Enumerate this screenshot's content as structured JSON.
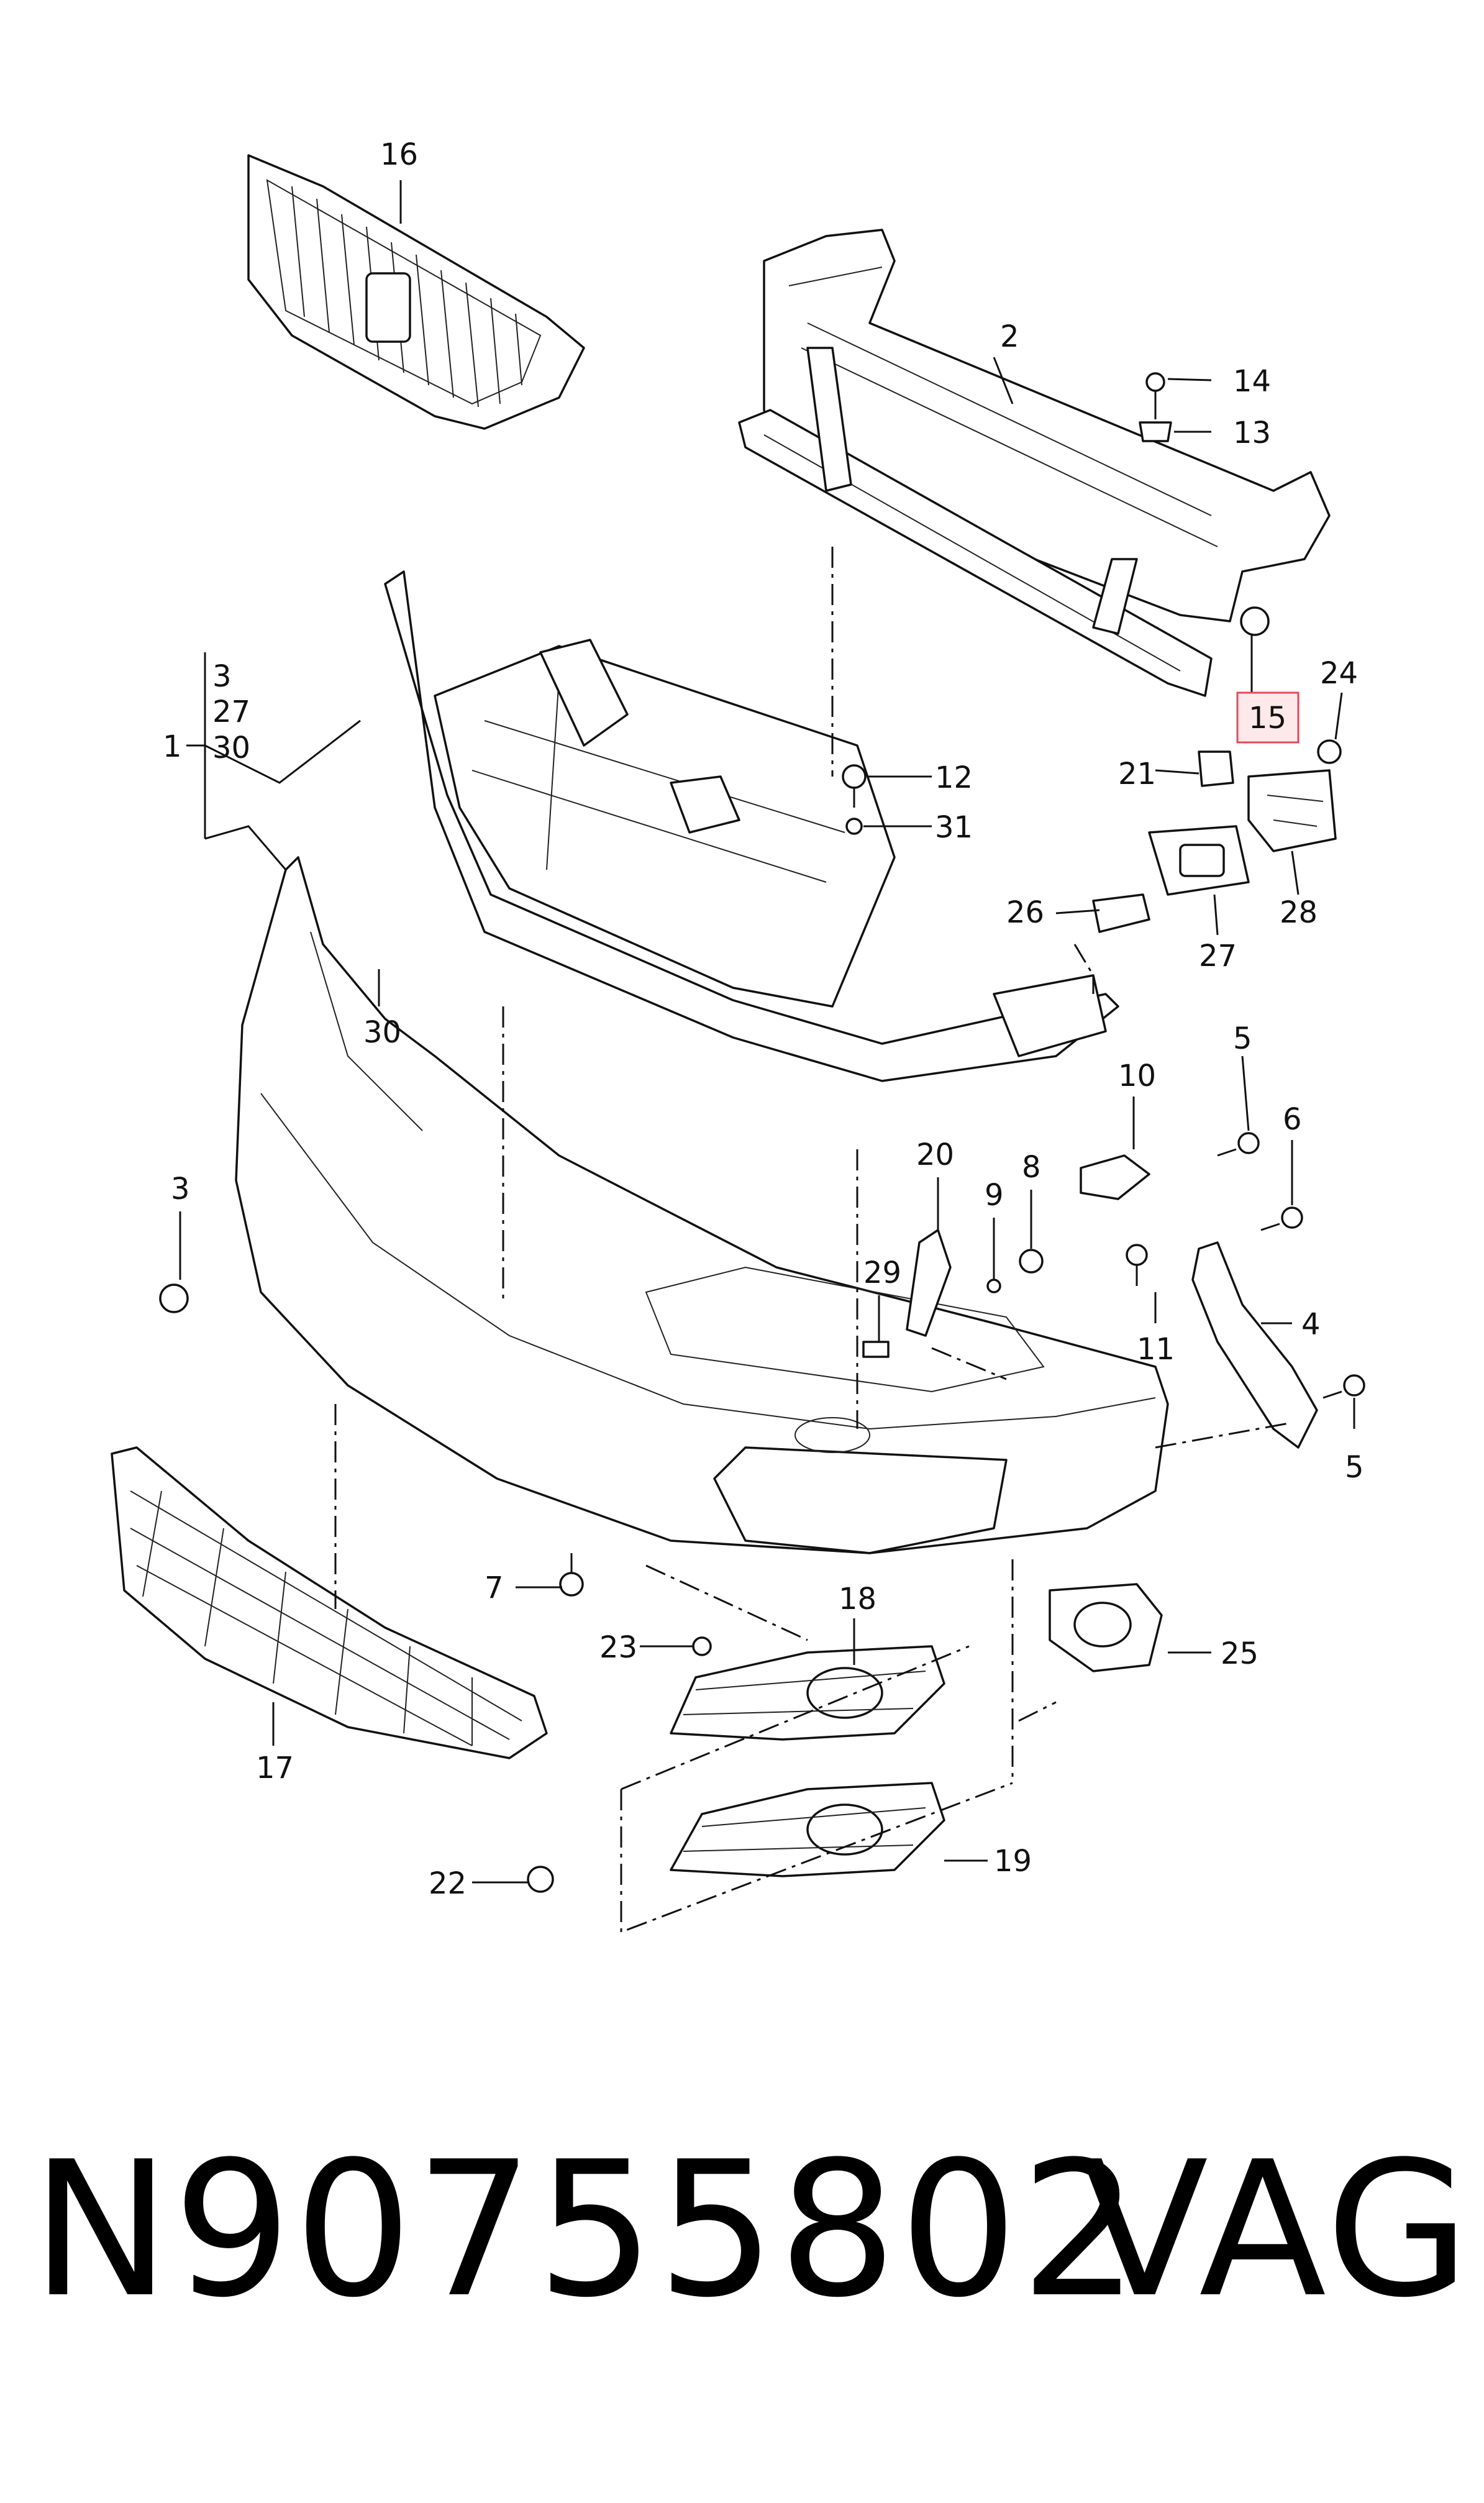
{
  "callouts": {
    "c1": "1",
    "c2": "2",
    "c3a": "3",
    "c27a": "27",
    "c30a": "30",
    "c3": "3",
    "c4": "4",
    "c5a": "5",
    "c5b": "5",
    "c6": "6",
    "c7": "7",
    "c8": "8",
    "c9": "9",
    "c10": "10",
    "c11": "11",
    "c12": "12",
    "c13": "13",
    "c14": "14",
    "c15": "15",
    "c16": "16",
    "c17": "17",
    "c18": "18",
    "c19": "19",
    "c20": "20",
    "c21": "21",
    "c22": "22",
    "c23": "23",
    "c24": "24",
    "c25": "25",
    "c26": "26",
    "c27": "27",
    "c28": "28",
    "c29": "29",
    "c30": "30",
    "c31": "31"
  },
  "highlighted_callout": "15",
  "colors": {
    "highlight_fill": "#fde8ea",
    "highlight_stroke": "#e04a5a",
    "line": "#111111"
  },
  "footer": {
    "part_number": "N90755802",
    "brand": "VAG"
  }
}
